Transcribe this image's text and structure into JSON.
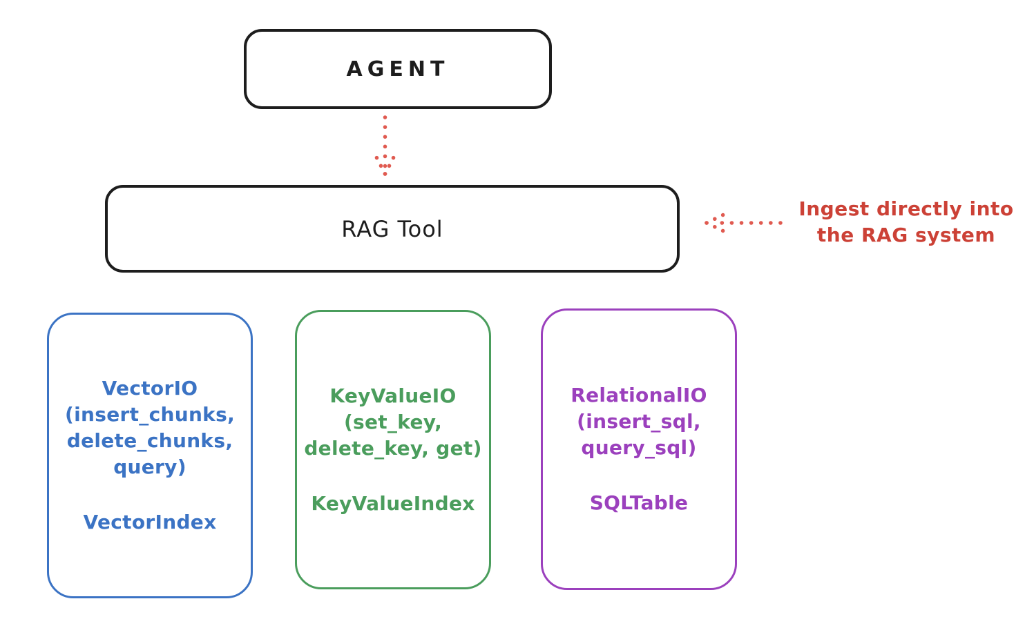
{
  "diagram": {
    "agent": {
      "label": "AGENT"
    },
    "rag_tool": {
      "label": "RAG Tool"
    },
    "annotation": {
      "line1": "Ingest directly into",
      "line2": "the RAG system",
      "color": "#cc4136"
    },
    "arrows": [
      {
        "name": "agent-to-rag-tool",
        "style": "dotted",
        "color": "#e05a50",
        "direction": "down"
      },
      {
        "name": "ingest-into-rag-tool",
        "style": "dotted",
        "color": "#e05a50",
        "direction": "left"
      }
    ],
    "colors": {
      "outline_black": "#1d1d1d",
      "vector_blue": "#3b73c4",
      "keyvalue_green": "#4a9d5c",
      "relational_purple": "#9b40bd",
      "annotation_red": "#cc4136"
    },
    "backends": [
      {
        "name": "VectorIO",
        "color": "#3b73c4",
        "lines": [
          "VectorIO",
          "(insert_chunks,",
          "delete_chunks,",
          "query)"
        ],
        "index_label": "VectorIndex"
      },
      {
        "name": "KeyValueIO",
        "color": "#4a9d5c",
        "lines": [
          "KeyValueIO",
          "(set_key,",
          "delete_key, get)"
        ],
        "index_label": "KeyValueIndex"
      },
      {
        "name": "RelationalIO",
        "color": "#9b40bd",
        "lines": [
          "RelationalIO",
          "(insert_sql,",
          "query_sql)"
        ],
        "index_label": "SQLTable"
      }
    ]
  }
}
